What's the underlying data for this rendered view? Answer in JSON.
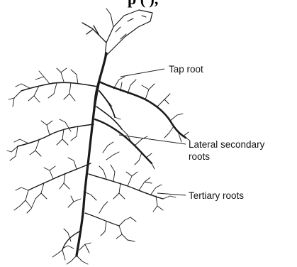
{
  "header_fragment": "p        (              ),",
  "labels": {
    "tap_root": "Tap root",
    "lateral_line1": "Lateral secondary",
    "lateral_line2": "roots",
    "tertiary": "Tertiary roots"
  }
}
